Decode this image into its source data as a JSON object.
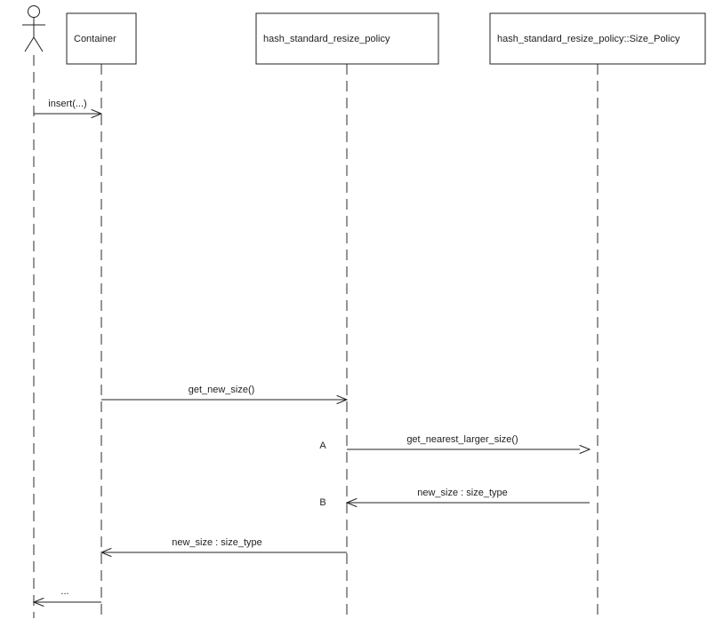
{
  "diagram": {
    "type": "uml-sequence",
    "lifelines": [
      {
        "id": "actor",
        "kind": "actor",
        "label": ""
      },
      {
        "id": "container",
        "kind": "object",
        "label": "Container"
      },
      {
        "id": "policy",
        "kind": "object",
        "label": "hash_standard_resize_policy"
      },
      {
        "id": "size_policy",
        "kind": "object",
        "label": "hash_standard_resize_policy::Size_Policy"
      }
    ],
    "messages": [
      {
        "label": "insert(...)",
        "from": "actor",
        "to": "container",
        "marker": ""
      },
      {
        "label": "get_new_size()",
        "from": "container",
        "to": "policy",
        "marker": ""
      },
      {
        "label": "get_nearest_larger_size()",
        "from": "policy",
        "to": "size_policy",
        "marker": "A"
      },
      {
        "label": "new_size : size_type",
        "from": "size_policy",
        "to": "policy",
        "marker": "B"
      },
      {
        "label": "new_size : size_type",
        "from": "policy",
        "to": "container",
        "marker": ""
      },
      {
        "label": "...",
        "from": "container",
        "to": "actor",
        "marker": ""
      }
    ],
    "colors": {
      "line": "#222222",
      "background": "#ffffff"
    }
  }
}
